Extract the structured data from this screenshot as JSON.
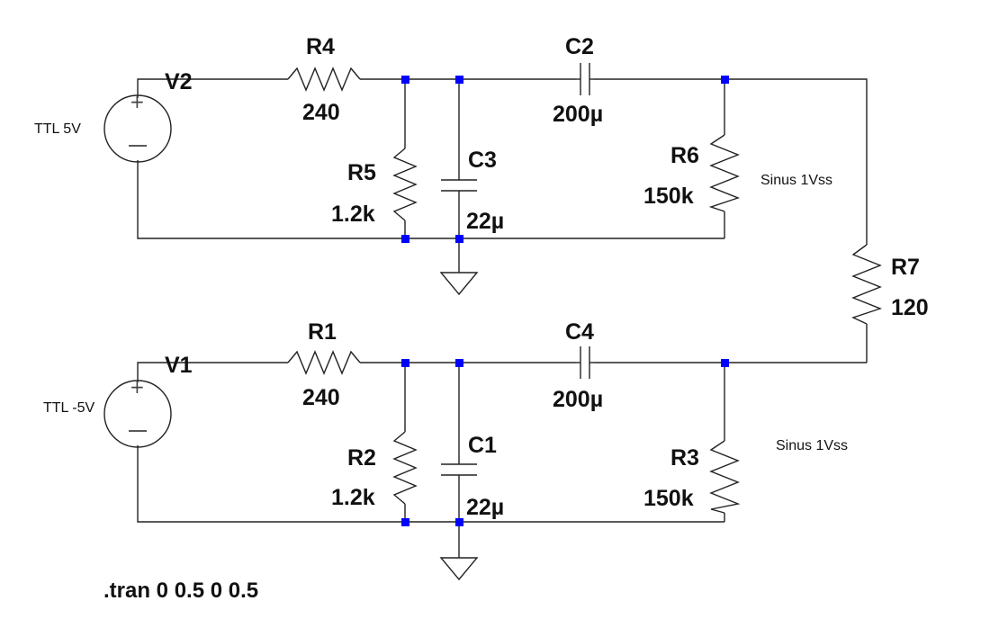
{
  "colors": {
    "wire": "#222222",
    "node": "#0000ff",
    "text": "#111111"
  },
  "components": {
    "V2": {
      "name": "V2",
      "value": "TTL 5V"
    },
    "V1": {
      "name": "V1",
      "value": "TTL -5V"
    },
    "R4": {
      "name": "R4",
      "value": "240"
    },
    "R5": {
      "name": "R5",
      "value": "1.2k"
    },
    "C3": {
      "name": "C3",
      "value": "22µ"
    },
    "C2": {
      "name": "C2",
      "value": "200µ"
    },
    "R6": {
      "name": "R6",
      "value": "150k"
    },
    "R7": {
      "name": "R7",
      "value": "120"
    },
    "R1": {
      "name": "R1",
      "value": "240"
    },
    "R2": {
      "name": "R2",
      "value": "1.2k"
    },
    "C1": {
      "name": "C1",
      "value": "22µ"
    },
    "C4": {
      "name": "C4",
      "value": "200µ"
    },
    "R3": {
      "name": "R3",
      "value": "150k"
    }
  },
  "annotations": {
    "top_note": "Sinus 1Vss",
    "bottom_note": "Sinus 1Vss"
  },
  "sim_command": ".tran 0 0.5 0 0.5"
}
